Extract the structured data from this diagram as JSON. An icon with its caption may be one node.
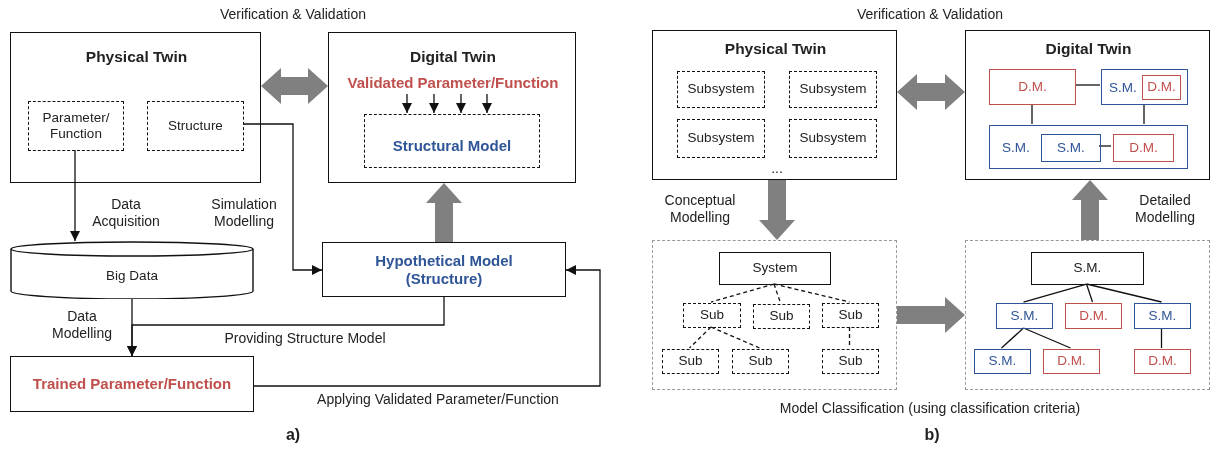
{
  "diagram": {
    "nodes": [
      {
        "text": [
          "Physical Twin"
        ]
      },
      {
        "text": [
          "Parameter/ Function"
        ],
        "in": 0
      },
      {
        "text": [
          "Structure"
        ],
        "in": 0
      },
      {
        "text": [
          "Digital Twin"
        ]
      },
      {
        "text": [
          "Validated Parameter/Function"
        ],
        "in": 3
      },
      {
        "text": [
          "Structural Model"
        ],
        "in": 3
      },
      {
        "text": [
          "Big Data"
        ]
      },
      {
        "text": [
          "Hypothetical Model (Structure)"
        ]
      },
      {
        "text": [
          "Trained Parameter/Function"
        ]
      },
      {
        "text": [
          "Physical Twin"
        ]
      },
      {
        "text": [
          "Subsystem"
        ],
        "in": 9
      },
      {
        "text": [
          "Subsystem"
        ],
        "in": 9
      },
      {
        "text": [
          "Subsystem"
        ],
        "in": 9
      },
      {
        "text": [
          "Subsystem"
        ],
        "in": 9
      },
      {
        "text": [
          "Digital Twin"
        ]
      },
      {
        "text": [
          "D.M."
        ],
        "in": 14
      },
      {
        "text": [
          "S.M."
        ],
        "in": 14
      },
      {
        "text": [
          "D.M."
        ],
        "in": 16
      },
      {
        "text": [
          "S.M."
        ],
        "in": 14
      },
      {
        "text": [
          "S.M."
        ],
        "in": 18
      },
      {
        "text": [
          "D.M."
        ],
        "in": 18
      },
      {
        "text": [],
        "shape": "box"
      },
      {
        "text": [
          "System"
        ],
        "in": 21
      },
      {
        "text": [
          "Sub"
        ],
        "in": 21
      },
      {
        "text": [
          "Sub"
        ],
        "in": 21
      },
      {
        "text": [
          "Sub"
        ],
        "in": 21
      },
      {
        "text": [
          "Sub"
        ],
        "in": 21
      },
      {
        "text": [
          "Sub"
        ],
        "in": 21
      },
      {
        "text": [
          "Sub"
        ],
        "in": 21
      },
      {
        "text": [],
        "shape": "box"
      },
      {
        "text": [
          "S.M."
        ],
        "in": 29
      },
      {
        "text": [
          "S.M."
        ],
        "in": 29
      },
      {
        "text": [
          "D.M."
        ],
        "in": 29
      },
      {
        "text": [
          "S.M."
        ],
        "in": 29
      },
      {
        "text": [
          "S.M."
        ],
        "in": 29
      },
      {
        "text": [
          "D.M."
        ],
        "in": 29
      },
      {
        "text": [
          "D.M."
        ],
        "in": 29
      }
    ],
    "edges": [
      {
        "from": 0,
        "to": 3,
        "arrow": "both",
        "style": "thick",
        "color": "#808080"
      },
      {
        "from": 4,
        "to": 5,
        "arrow": "to"
      },
      {
        "from": 4,
        "to": 5,
        "arrow": "to"
      },
      {
        "from": 4,
        "to": 5,
        "arrow": "to"
      },
      {
        "from": 4,
        "to": 5,
        "arrow": "to"
      },
      {
        "from": 1,
        "to": 6,
        "arrow": "to",
        "label": "Data Acquisition"
      },
      {
        "from": 2,
        "to": 7,
        "arrow": "to",
        "label": "Simulation Modelling"
      },
      {
        "from": 7,
        "to": 3,
        "arrow": "to",
        "style": "thick",
        "color": "#808080"
      },
      {
        "from": 6,
        "to": 8,
        "arrow": "to",
        "label": "Data Modelling"
      },
      {
        "from": 7,
        "to": 8,
        "arrow": "to",
        "label": "Providing Structure Model"
      },
      {
        "from": 8,
        "to": 7,
        "arrow": "to",
        "label": "Applying Validated Parameter/Function"
      },
      {
        "from": 9,
        "to": 14,
        "arrow": "both",
        "style": "thick",
        "color": "#808080"
      },
      {
        "from": 15,
        "to": 16,
        "arrow": "none"
      },
      {
        "from": 15,
        "to": 18,
        "arrow": "none"
      },
      {
        "from": 16,
        "to": 18,
        "arrow": "none"
      },
      {
        "from": 19,
        "to": 20,
        "arrow": "none"
      },
      {
        "from": 9,
        "to": 21,
        "arrow": "to",
        "label": "Conceptual Modelling",
        "style": "thick",
        "color": "#808080"
      },
      {
        "from": 22,
        "to": 23,
        "arrow": "none",
        "style": "dashed"
      },
      {
        "from": 22,
        "to": 24,
        "arrow": "none",
        "style": "dashed"
      },
      {
        "from": 22,
        "to": 25,
        "arrow": "none",
        "style": "dashed"
      },
      {
        "from": 23,
        "to": 26,
        "arrow": "none",
        "style": "dashed"
      },
      {
        "from": 23,
        "to": 27,
        "arrow": "none",
        "style": "dashed"
      },
      {
        "from": 25,
        "to": 28,
        "arrow": "none",
        "style": "dashed"
      },
      {
        "from": 21,
        "to": 29,
        "arrow": "to",
        "style": "thick",
        "color": "#808080"
      },
      {
        "from": 30,
        "to": 31,
        "arrow": "none"
      },
      {
        "from": 30,
        "to": 32,
        "arrow": "none"
      },
      {
        "from": 30,
        "to": 33,
        "arrow": "none"
      },
      {
        "from": 31,
        "to": 34,
        "arrow": "none"
      },
      {
        "from": 31,
        "to": 35,
        "arrow": "none"
      },
      {
        "from": 33,
        "to": 36,
        "arrow": "none"
      },
      {
        "from": 29,
        "to": 14,
        "arrow": "to",
        "label": "Detailed Modelling",
        "style": "thick",
        "color": "#808080"
      }
    ],
    "labels": [
      "Verification & Validation",
      "Verification & Validation",
      "...",
      "a)",
      "Model Classification (using classification criteria)",
      "b)"
    ]
  }
}
